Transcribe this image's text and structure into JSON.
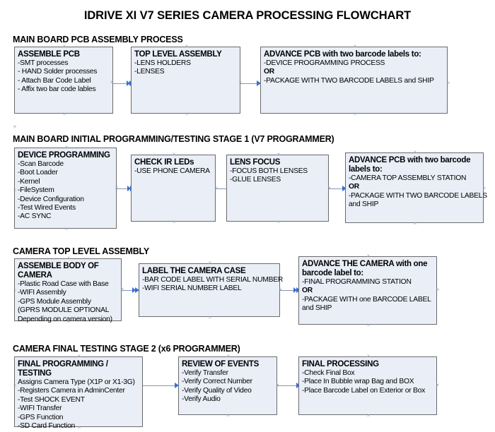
{
  "document": {
    "title": "IDRIVE XI V7 SERIES CAMERA PROCESSING FLOWCHART",
    "background_color": "#ffffff",
    "node_fill_color": "#e9eef7",
    "node_border_color": "#6b6b6b",
    "connector_color": "#8696b6",
    "arrowhead_color": "#3b6fd4"
  },
  "sections": [
    {
      "header": "MAIN BOARD PCB ASSEMBLY PROCESS",
      "nodes": [
        {
          "title": "ASSEMBLE PCB",
          "lines": [
            {
              "text": "-SMT processes",
              "bold": false
            },
            {
              "text": "- HAND Solder processes",
              "bold": false
            },
            {
              "text": "- Attach Bar Code Label",
              "bold": false
            },
            {
              "text": "- Affix two bar code lables",
              "bold": false
            }
          ]
        },
        {
          "title": "TOP LEVEL ASSEMBLY",
          "lines": [
            {
              "text": "-LENS HOLDERS",
              "bold": false
            },
            {
              "text": "-LENSES",
              "bold": false
            }
          ]
        },
        {
          "title": "ADVANCE PCB with two barcode labels to:",
          "lines": [
            {
              "text": "-DEVICE PROGRAMMING PROCESS",
              "bold": false
            },
            {
              "text": "OR",
              "bold": true
            },
            {
              "text": "-PACKAGE WITH TWO BARCODE LABELS and SHIP",
              "bold": false
            }
          ]
        }
      ]
    },
    {
      "header": "MAIN BOARD INITIAL PROGRAMMING/TESTING STAGE 1 (V7 PROGRAMMER)",
      "nodes": [
        {
          "title": "DEVICE PROGRAMMING",
          "lines": [
            {
              "text": "-Scan Barcode",
              "bold": false
            },
            {
              "text": "-Boot Loader",
              "bold": false
            },
            {
              "text": "-Kernel",
              "bold": false
            },
            {
              "text": "-FileSystem",
              "bold": false
            },
            {
              "text": "-Device Configuration",
              "bold": false
            },
            {
              "text": "-Test Wired Events",
              "bold": false
            },
            {
              "text": "-AC SYNC",
              "bold": false
            }
          ]
        },
        {
          "title": "CHECK IR LEDs",
          "lines": [
            {
              "text": "-USE PHONE CAMERA",
              "bold": false
            }
          ]
        },
        {
          "title": "LENS FOCUS",
          "lines": [
            {
              "text": "-FOCUS BOTH LENSES",
              "bold": false
            },
            {
              "text": "-GLUE LENSES",
              "bold": false
            }
          ]
        },
        {
          "title": "ADVANCE PCB with two barcode\nlabels to:",
          "lines": [
            {
              "text": "-CAMERA TOP ASSEMBLY STATION",
              "bold": false
            },
            {
              "text": "OR",
              "bold": true
            },
            {
              "text": "-PACKAGE WITH TWO BARCODE LABELS",
              "bold": false
            },
            {
              "text": "and SHIP",
              "bold": false
            }
          ]
        }
      ]
    },
    {
      "header": "CAMERA TOP LEVEL ASSEMBLY",
      "nodes": [
        {
          "title": "ASSEMBLE BODY OF\nCAMERA",
          "lines": [
            {
              "text": "-Plastic Road Case with Base",
              "bold": false
            },
            {
              "text": "-WIFI Assembly",
              "bold": false
            },
            {
              "text": "-GPS Module Assembly",
              "bold": false
            },
            {
              "text": "(GPRS MODULE OPTIONAL",
              "bold": false
            },
            {
              "text": "Depending on camera version)",
              "bold": false
            }
          ]
        },
        {
          "title": "LABEL THE CAMERA CASE",
          "lines": [
            {
              "text": "-BAR CODE LABEL WITH SERIAL NUMBER",
              "bold": false
            },
            {
              "text": "-WIFI SERIAL NUMBER LABEL",
              "bold": false
            }
          ]
        },
        {
          "title": "ADVANCE THE CAMERA with one\nbarcode label to:",
          "lines": [
            {
              "text": "-FINAL PROGRAMMING STATION",
              "bold": false
            },
            {
              "text": "OR",
              "bold": true
            },
            {
              "text": "-PACKAGE WITH one BARCODE LABEL",
              "bold": false
            },
            {
              "text": "and SHIP",
              "bold": false
            }
          ]
        }
      ]
    },
    {
      "header": "CAMERA FINAL TESTING STAGE 2 (x6 PROGRAMMER)",
      "nodes": [
        {
          "title": "FINAL PROGRAMMING / TESTING",
          "lines": [
            {
              "text": "Assigns Camera Type (X1P or X1-3G)",
              "bold": false
            },
            {
              "text": "-Registers Camera in AdminCenter",
              "bold": false
            },
            {
              "text": "-Test SHOCK EVENT",
              "bold": false
            },
            {
              "text": "-WIFI Transfer",
              "bold": false
            },
            {
              "text": "-GPS Function",
              "bold": false
            },
            {
              "text": "-SD Card Function",
              "bold": false
            }
          ]
        },
        {
          "title": "REVIEW OF EVENTS",
          "lines": [
            {
              "text": "-Verify Transfer",
              "bold": false
            },
            {
              "text": "-Verify Correct Number",
              "bold": false
            },
            {
              "text": "-Verify Quality of Video",
              "bold": false
            },
            {
              "text": "-Verify Audio",
              "bold": false
            }
          ]
        },
        {
          "title": "FINAL PROCESSING",
          "lines": [
            {
              "text": " -Check Final Box",
              "bold": false
            },
            {
              "text": "-Place In Bubble wrap Bag and BOX",
              "bold": false
            },
            {
              "text": "-Place Barcode Label on Exterior or Box",
              "bold": false
            }
          ]
        }
      ]
    }
  ]
}
